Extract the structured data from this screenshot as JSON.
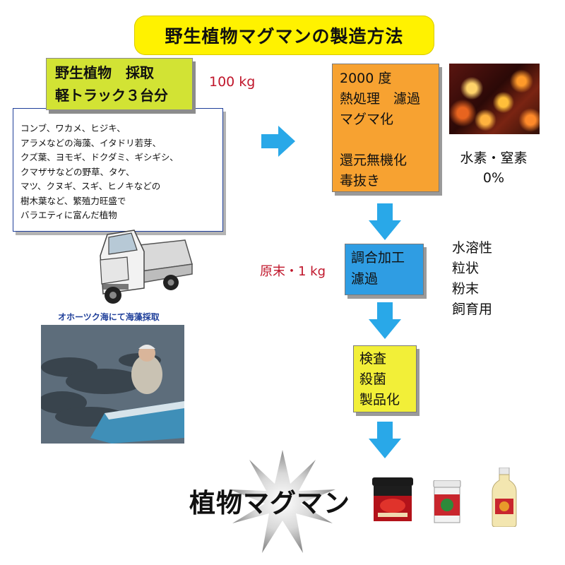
{
  "title": "野生植物マグマンの製造方法",
  "harvest": {
    "line1": "野生植物　採取",
    "line2": "軽トラック３台分"
  },
  "weight": "100 kg",
  "plants_text": "コンブ、ワカメ、ヒジキ、\nアラメなどの海藻、イタドリ若芽、\nクズ葉、ヨモギ、ドクダミ、ギシギシ、\nクマザサなどの野草、タケ、\nマツ、クヌギ、スギ、ヒノキなどの\n樹木葉など、繁殖力旺盛で\nバラエティに富んだ植物",
  "heat_step": {
    "line1": "2000 度",
    "line2": "熱処理　濾過",
    "line3": "マグマ化",
    "line4": "還元無機化",
    "line5": "毒抜き"
  },
  "gas": {
    "line1": "水素・窒素",
    "line2": "0%"
  },
  "blend_step": {
    "line1": "調合加工",
    "line2": "濾過"
  },
  "raw": "原末・1 kg",
  "forms": "水溶性\n粒状\n粉末\n飼育用",
  "inspect_step": {
    "line1": "検査",
    "line2": "殺菌",
    "line3": "製品化"
  },
  "sea_caption": "オホーツク海にて海藻採取",
  "product_name": "植物マグマン",
  "colors": {
    "title_bg": "#fff200",
    "harvest_bg": "#d2e334",
    "heat_bg": "#f7a231",
    "blend_bg": "#2f9de3",
    "inspect_bg": "#f2ef38",
    "arrow": "#29a8e8",
    "accent_red": "#c0162b"
  }
}
